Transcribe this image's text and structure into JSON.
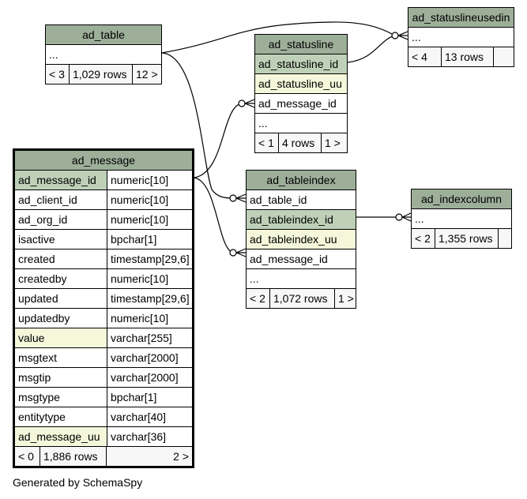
{
  "tables": {
    "ad_table": {
      "name": "ad_table",
      "cols": [
        "..."
      ],
      "footer": [
        "< 3",
        "1,029 rows",
        "12 >"
      ]
    },
    "ad_statusline": {
      "name": "ad_statusline",
      "cols": [
        "ad_statusline_id",
        "ad_statusline_uu",
        "ad_message_id",
        "..."
      ],
      "footer": [
        "< 1",
        "4 rows",
        "1 >"
      ]
    },
    "ad_statuslineusedin": {
      "name": "ad_statuslineusedin",
      "cols": [
        "..."
      ],
      "footer": [
        "< 4",
        "13 rows",
        ""
      ]
    },
    "ad_tableindex": {
      "name": "ad_tableindex",
      "cols": [
        "ad_table_id",
        "ad_tableindex_id",
        "ad_tableindex_uu",
        "ad_message_id",
        "..."
      ],
      "footer": [
        "< 2",
        "1,072 rows",
        "1 >"
      ]
    },
    "ad_indexcolumn": {
      "name": "ad_indexcolumn",
      "cols": [
        "..."
      ],
      "footer": [
        "< 2",
        "1,355 rows",
        ""
      ]
    },
    "ad_message": {
      "name": "ad_message",
      "cols": [
        [
          "ad_message_id",
          "numeric[10]"
        ],
        [
          "ad_client_id",
          "numeric[10]"
        ],
        [
          "ad_org_id",
          "numeric[10]"
        ],
        [
          "isactive",
          "bpchar[1]"
        ],
        [
          "created",
          "timestamp[29,6]"
        ],
        [
          "createdby",
          "numeric[10]"
        ],
        [
          "updated",
          "timestamp[29,6]"
        ],
        [
          "updatedby",
          "numeric[10]"
        ],
        [
          "value",
          "varchar[255]"
        ],
        [
          "msgtext",
          "varchar[2000]"
        ],
        [
          "msgtip",
          "varchar[2000]"
        ],
        [
          "msgtype",
          "bpchar[1]"
        ],
        [
          "entitytype",
          "varchar[40]"
        ],
        [
          "ad_message_uu",
          "varchar[36]"
        ]
      ],
      "footer": [
        "< 0",
        "1,886 rows",
        "2 >"
      ]
    }
  },
  "footer_note": "Generated by SchemaSpy",
  "colors": {
    "header": "#9daf99",
    "primary_key": "#bed1b8",
    "unique_key": "#f4f7da",
    "footer_row": "#f7f7f7"
  }
}
